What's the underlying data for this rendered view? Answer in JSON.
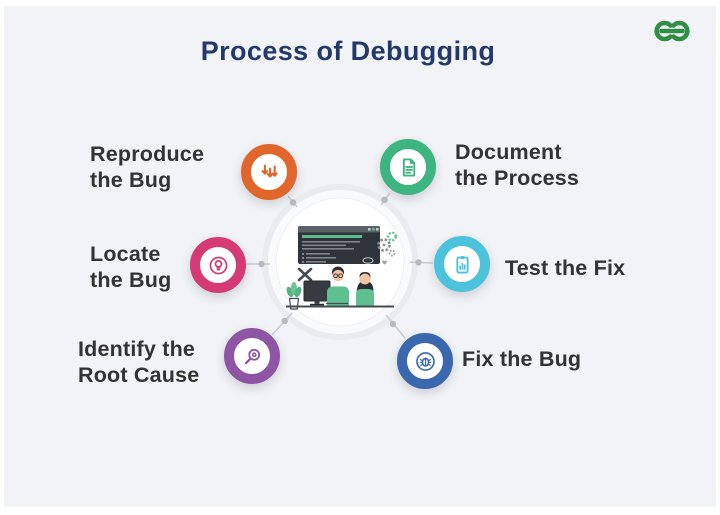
{
  "title": "Process of Debugging",
  "colors": {
    "background": "#F2F3F6",
    "title": "#24396B",
    "label_text": "#333333",
    "logo_green": "#2F8D46",
    "connector_gray": "#C7CAD0"
  },
  "logo": {
    "name": "GeeksforGeeks",
    "icon": "geeksforgeeks-logo"
  },
  "center": {
    "icon": "debugging-illustration",
    "depicts": "two developers at a desk with monitor, dark code editor window, gears, crossed tools and plant"
  },
  "nodes": [
    {
      "id": "reproduce-the-bug",
      "label": "Reproduce the Bug",
      "lines": [
        "Reproduce",
        "the Bug"
      ],
      "icon": "descending-arrows-icon",
      "color": "#E0662B"
    },
    {
      "id": "locate-the-bug",
      "label": "Locate the Bug",
      "lines": [
        "Locate",
        "the Bug"
      ],
      "icon": "bulb-in-circle-icon",
      "color": "#D53A74"
    },
    {
      "id": "identify-the-root-cause",
      "label": "Identify the Root Cause",
      "lines": [
        "Identify the",
        "Root Cause"
      ],
      "icon": "magnifier-gear-icon",
      "color": "#8D55A3"
    },
    {
      "id": "document-the-process",
      "label": "Document the Process",
      "lines": [
        "Document",
        "the Process"
      ],
      "icon": "document-icon",
      "color": "#3DB581"
    },
    {
      "id": "test-the-fix",
      "label": "Test the Fix",
      "lines": [
        "Test the Fix"
      ],
      "icon": "clipboard-chart-icon",
      "color": "#4CC2DC"
    },
    {
      "id": "fix-the-bug",
      "label": "Fix the Bug",
      "lines": [
        "Fix the Bug"
      ],
      "icon": "bug-in-circle-icon",
      "color": "#3A68AF"
    }
  ]
}
